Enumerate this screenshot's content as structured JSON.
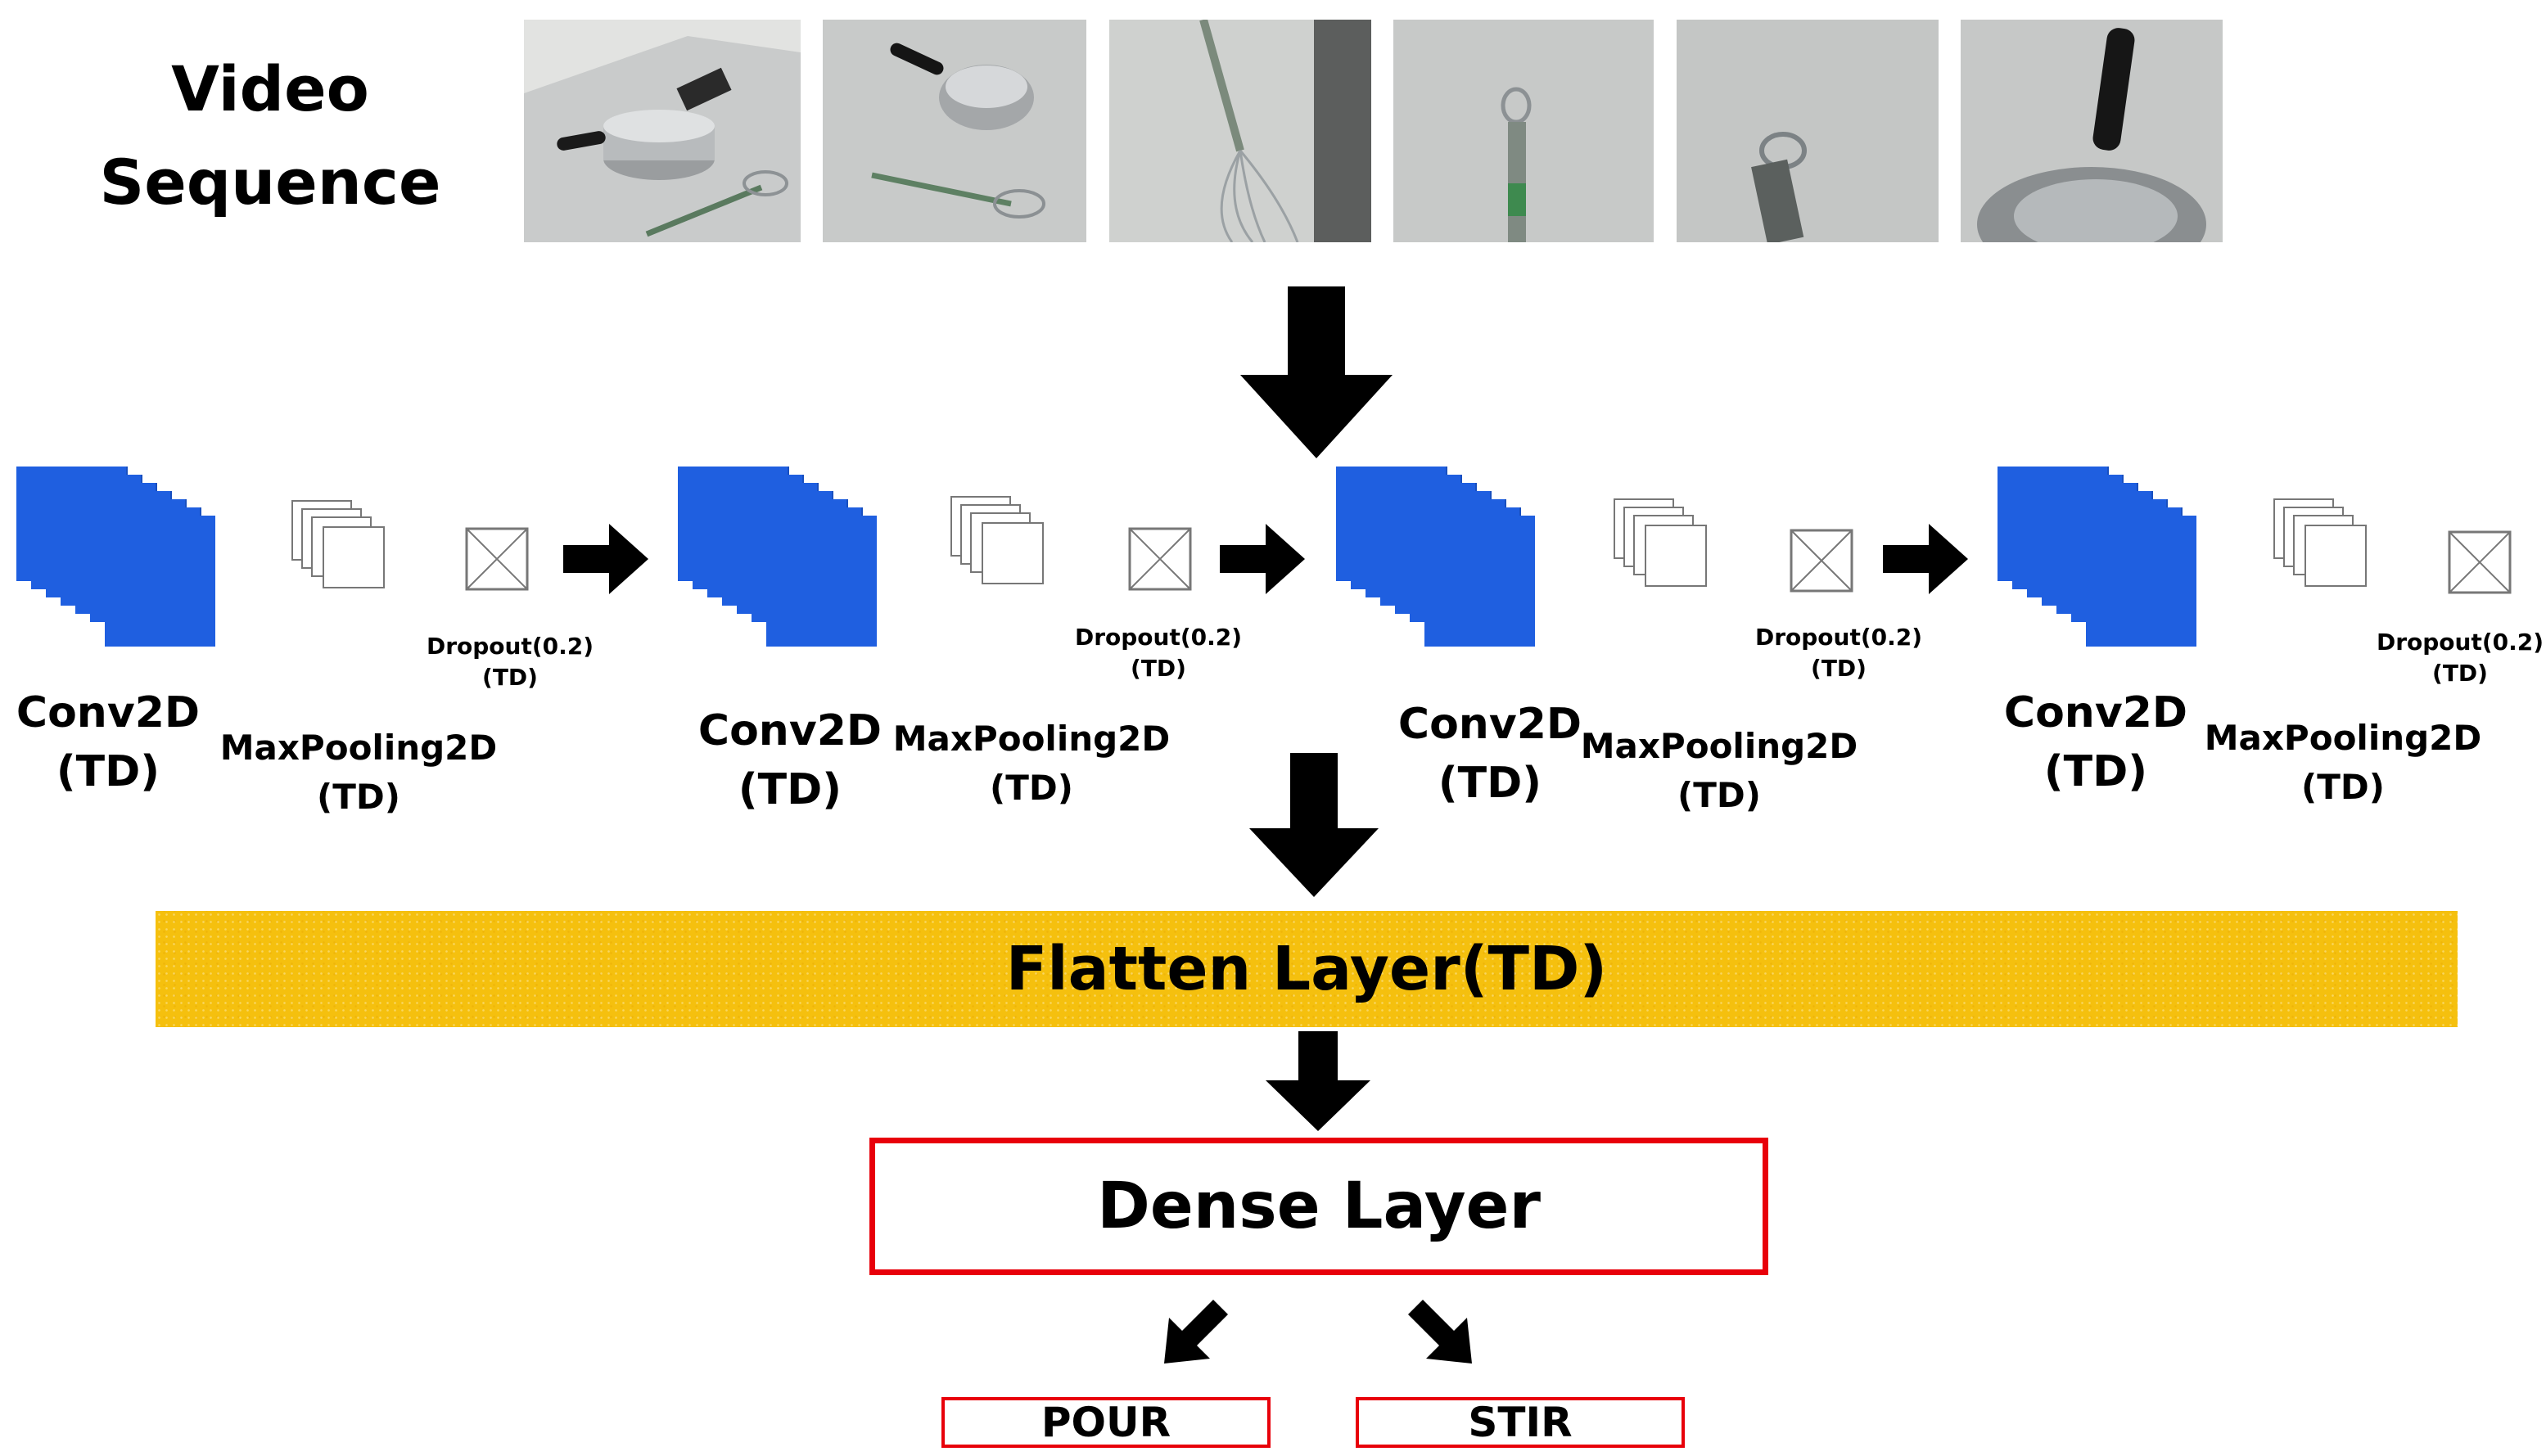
{
  "header": {
    "title_line1": "Video",
    "title_line2": "Sequence"
  },
  "video_frames": [
    {
      "name": "frame-1",
      "depicts": "pot and whisk on table"
    },
    {
      "name": "frame-2",
      "depicts": "pot and whisk on table"
    },
    {
      "name": "frame-3",
      "depicts": "whisk close-up"
    },
    {
      "name": "frame-4",
      "depicts": "whisk handle close-up"
    },
    {
      "name": "frame-5",
      "depicts": "whisk handle ring close-up"
    },
    {
      "name": "frame-6",
      "depicts": "pot handle close-up"
    }
  ],
  "blocks": [
    {
      "conv_line1": "Conv2D",
      "conv_line2": "(TD)",
      "pool_line1": "MaxPooling2D",
      "pool_line2": "(TD)",
      "drop_line1": "Dropout(0.2)",
      "drop_line2": "(TD)"
    },
    {
      "conv_line1": "Conv2D",
      "conv_line2": "(TD)",
      "pool_line1": "MaxPooling2D",
      "pool_line2": "(TD)",
      "drop_line1": "Dropout(0.2)",
      "drop_line2": "(TD)"
    },
    {
      "conv_line1": "Conv2D",
      "conv_line2": "(TD)",
      "pool_line1": "MaxPooling2D",
      "pool_line2": "(TD)",
      "drop_line1": "Dropout(0.2)",
      "drop_line2": "(TD)"
    },
    {
      "conv_line1": "Conv2D",
      "conv_line2": "(TD)",
      "pool_line1": "MaxPooling2D",
      "pool_line2": "(TD)",
      "drop_line1": "Dropout(0.2)",
      "drop_line2": "(TD)"
    }
  ],
  "flatten": {
    "label": "Flatten Layer(TD)"
  },
  "dense": {
    "label": "Dense Layer"
  },
  "outputs": {
    "pour": "POUR",
    "stir": "STIR"
  },
  "colors": {
    "conv_blue": "#1f5fe0",
    "flatten_yellow": "#f5c00e",
    "dense_border_red": "#e8000a",
    "arrow_black": "#000000"
  },
  "icons": [
    "down-arrow-icon",
    "right-arrow-icon",
    "diagonal-arrow-icon",
    "dropout-cross-icon",
    "pooling-squares-icon",
    "conv-stack-icon"
  ]
}
